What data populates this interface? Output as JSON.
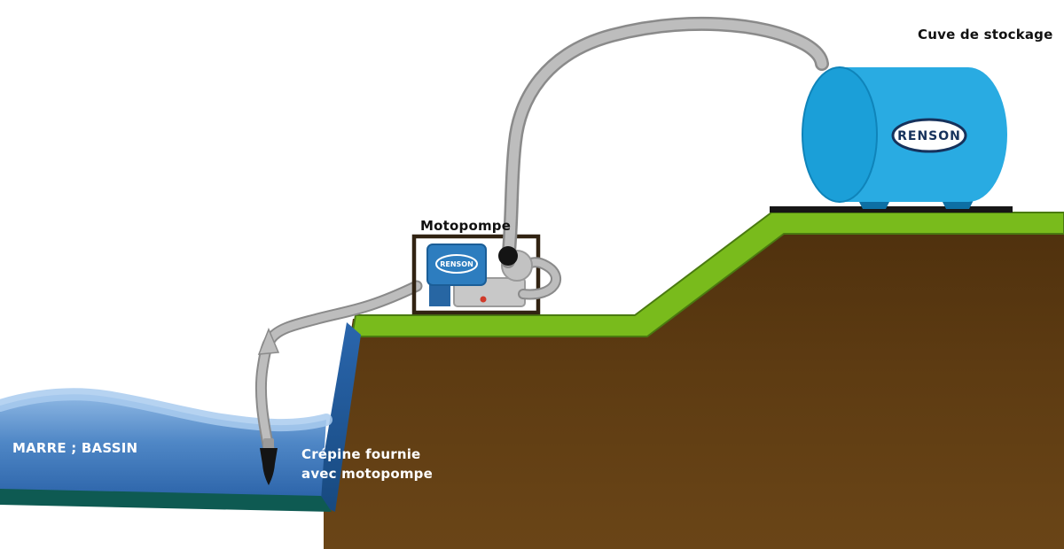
{
  "labels": {
    "storage_tank": "Cuve de stockage",
    "pump": "Motopompe",
    "pond": "MARRE ; BASSIN",
    "strainer_line1": "Crépine fournie",
    "strainer_line2": "avec motopompe"
  },
  "brand": {
    "name": "RENSON"
  },
  "colors": {
    "water_light": "#8fb8e4",
    "water_dark": "#2a62a8",
    "pond_bed_teal": "#0e5a52",
    "grass_green": "#79bb1c",
    "earth_brown": "#5d3b12",
    "tank_blue": "#29abe2",
    "pipe_gray": "#bdbdbd",
    "logo_navy": "#16325c",
    "pump_engine_blue": "#2d7dbf"
  }
}
